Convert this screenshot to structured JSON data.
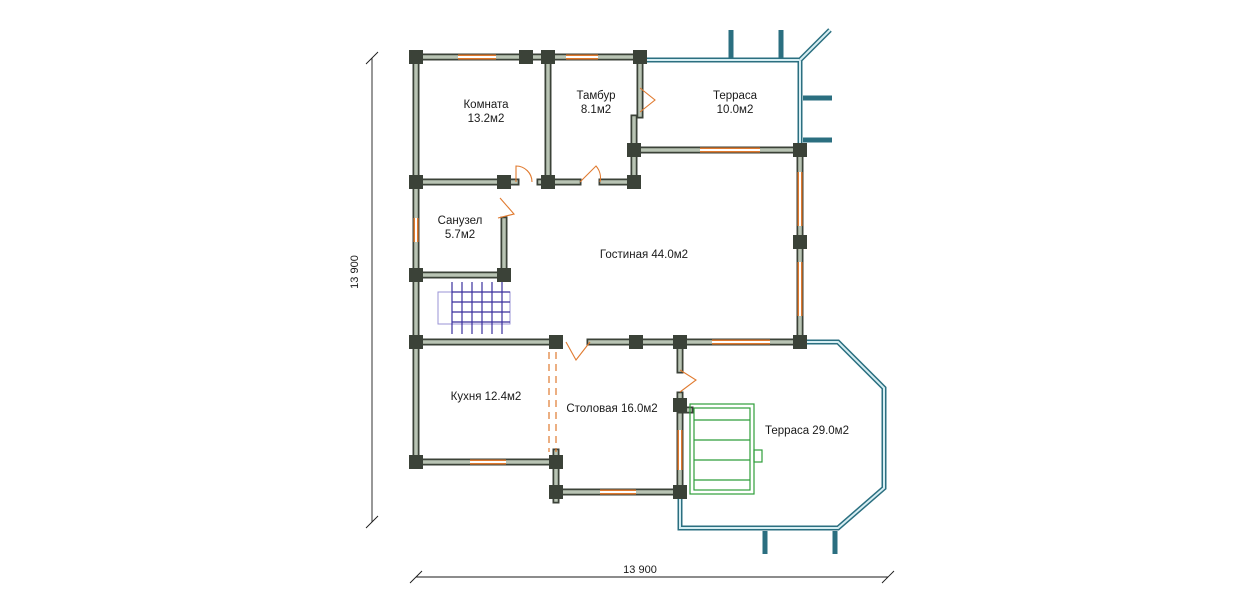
{
  "rooms": {
    "komnata": {
      "name": "Комната",
      "area": "13.2м2"
    },
    "tambur": {
      "name": "Тамбур",
      "area": "8.1м2"
    },
    "terrasa_small": {
      "name": "Терраса",
      "area": "10.0м2"
    },
    "sanuzel": {
      "name": "Санузел",
      "area": "5.7м2"
    },
    "gostinaya": {
      "label": "Гостиная 44.0м2"
    },
    "kuhnya": {
      "label": "Кухня 12.4м2"
    },
    "stolovaya": {
      "label": "Столовая 16.0м2"
    },
    "terrasa_large": {
      "label": "Терраса 29.0м2"
    }
  },
  "dimensions": {
    "width": "13 900",
    "height": "13 900"
  },
  "colors": {
    "wall": "#3b4238",
    "window": "#e07a2f",
    "railing": "#2b6f80",
    "stairs": "#3a2f9c",
    "table": "#2e9e3a"
  }
}
